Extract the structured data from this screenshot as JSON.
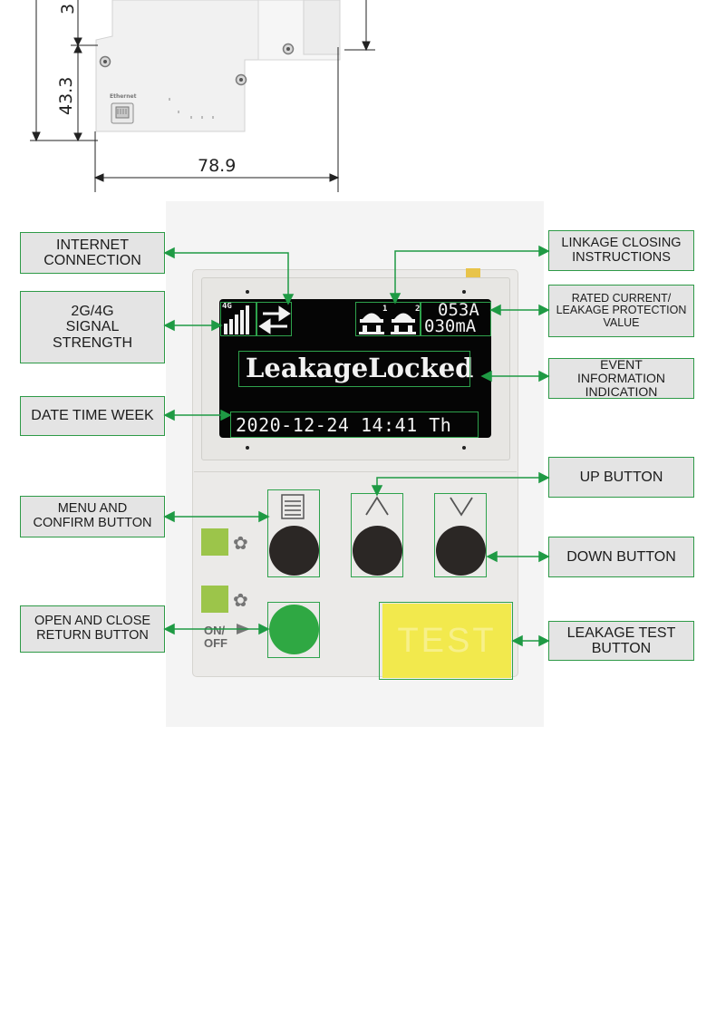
{
  "dimensions": {
    "dim_top_partial": "3",
    "dim_height": "43.3",
    "dim_width": "78.9"
  },
  "device_top": {
    "ethernet_label": "Ethernet"
  },
  "screen": {
    "signal_type": "4G",
    "current_rating": "053A",
    "leakage_rating": "030mA",
    "event_text": "LeakageLocked",
    "datetime_text": "2020-12-24 14:41 Th",
    "linkage_1": "1",
    "linkage_2": "2"
  },
  "controls": {
    "onoff_label": "ON/\nOFF",
    "test_label": "TEST"
  },
  "callouts": {
    "internet_connection": "INTERNET\nCONNECTION",
    "signal_strength": "2G/4G\nSIGNAL\nSTRENGTH",
    "date_time_week": "DATE TIME WEEK",
    "menu_confirm": "MENU AND\nCONFIRM BUTTON",
    "open_close_return": "OPEN AND CLOSE\nRETURN BUTTON",
    "linkage_closing": "LINKAGE CLOSING\nINSTRUCTIONS",
    "rated_current": "RATED CURRENT/\nLEAKAGE PROTECTION\nVALUE",
    "event_info": "EVENT\nINFORMATION\nINDICATION",
    "up_button": "UP BUTTON",
    "down_button": "DOWN BUTTON",
    "leakage_test": "LEAKAGE TEST\nBUTTON"
  },
  "colors": {
    "accent_green": "#2e9a47",
    "callout_bg": "#e4e4e4",
    "screen_bg": "#050505",
    "test_yellow": "#f2e94d",
    "button_dark": "#2b2725",
    "button_green": "#2fa843"
  }
}
